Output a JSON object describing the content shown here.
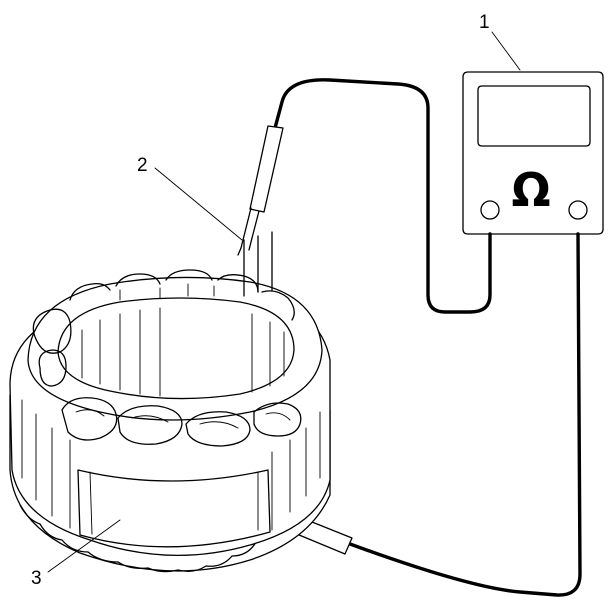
{
  "callouts": {
    "ohmmeter": "1",
    "stator_lead": "2",
    "stator_core": "3"
  },
  "meter": {
    "symbol": "Ω"
  },
  "colors": {
    "line": "#000000",
    "background": "#ffffff"
  }
}
